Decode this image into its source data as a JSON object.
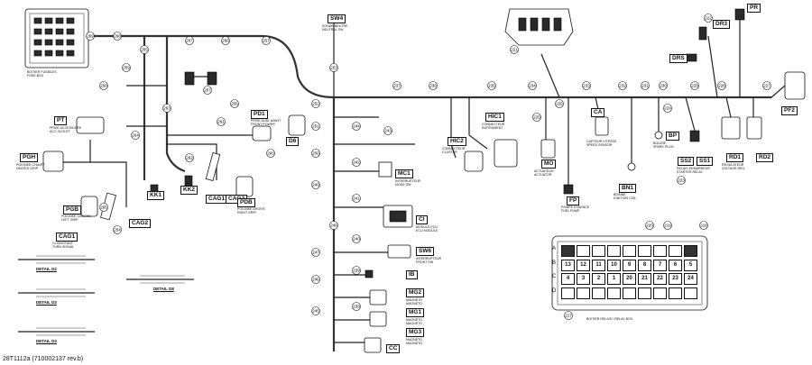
{
  "footer": "28T1112a (710002137 rev.b)",
  "codes": {
    "SW4": "SW4",
    "DR3": "DR3",
    "PR": "PR",
    "PF2": "PF2",
    "DRS": "DRS",
    "PT": "PT",
    "PD1": "PD1",
    "HIC1": "HIC1",
    "HIC2": "HIC2",
    "PGH": "PGH",
    "D6": "D6",
    "KK1": "KK1",
    "KK2": "KK2",
    "CAG1": "CAG1",
    "CAG2": "CAG2",
    "PGB": "PGB",
    "PDB": "PDB",
    "CAG1b": "CAG1",
    "CAG2b": "CAG2",
    "MC1": "MC1",
    "CA": "CA",
    "BP": "BP",
    "SS2": "SS2",
    "SS1": "SS1",
    "RD1": "RD1",
    "RD2": "RD2",
    "MO": "MO",
    "BN1": "BN1",
    "FP": "FP",
    "CI": "CI",
    "SW6": "SW6",
    "IB": "IB",
    "MG2": "MG2",
    "MG1": "MG1",
    "MG3": "MG3",
    "CC": "CC"
  },
  "details": {
    "d2": "DETAIL D2",
    "d3": "DETAIL D3",
    "d4": "DETAIL D4",
    "d8": "DETAIL D8"
  },
  "callouts": [
    "269",
    "268",
    "255",
    "267",
    "266",
    "257",
    "259",
    "258",
    "257",
    "256",
    "260",
    "261",
    "262",
    "263",
    "264",
    "265",
    "254",
    "253",
    "252",
    "251",
    "250",
    "249",
    "248",
    "247",
    "246",
    "245",
    "244",
    "243",
    "242",
    "241",
    "240",
    "239",
    "238",
    "237",
    "236",
    "235",
    "234",
    "233",
    "232",
    "231",
    "230",
    "229",
    "228",
    "227",
    "226",
    "225",
    "224",
    "223",
    "222",
    "221",
    "220",
    "219",
    "218",
    "217"
  ],
  "descriptions": {
    "top_left": "BOITIER FUSIBLES\nFUSE BOX",
    "sw4": "SONDE NEUTRE\nNEUTRAL SW",
    "pt": "PRISE ACCESSOIRE\nACC OUTLET",
    "pd1": "PRISE ALIM. AVANT\nFRONT POWER",
    "pgh": "POIGNEE CHAUFF.\nHEATED GRIP",
    "pgb": "POIGNEE GAUCHE\nLEFT GRIP",
    "pdb": "POIGNEE DROITE\nRIGHT GRIP",
    "cag1": "CLIGNOTANT\nTURN SIGNAL",
    "hic1": "CONNECTEUR\nINSTRUMENT",
    "hic2": "CONNECTEUR\nCLUSTER",
    "mc1": "INTERRUPTEUR\nMODE SW",
    "ca": "CAPTEUR VITESSE\nSPEED SENSOR",
    "bp": "BOUGIE\nSPARK PLUG",
    "ss2": "RELAIS DEMARREUR\nSTARTER RELAY",
    "rd1": "REGULATEUR\nVOLTAGE REG.",
    "mo": "ACTUATEUR\nACTUATOR",
    "bn1": "BOBINE\nIGNITION COIL",
    "fp": "POMPE ESSENCE\nFUEL PUMP",
    "ci": "MODULE ECU\nECU MODULE",
    "sw6": "INTERRUPTEUR\nFRONT SW",
    "mg2": "MAGNETO\nMAGNETO",
    "mg1": "MAGNETO\nMAGNETO",
    "mg3": "MAGNETO\nMAGNETO",
    "fusebox": "BOITIER RELAIS / RELAY BOX"
  },
  "fusebox": {
    "rows": [
      "A",
      "B",
      "C",
      "D"
    ],
    "numbers": [
      "13",
      "12",
      "11",
      "10",
      "9",
      "8",
      "7",
      "6",
      "5",
      "4",
      "3",
      "2",
      "1",
      "20",
      "21",
      "22",
      "23",
      "24"
    ]
  }
}
